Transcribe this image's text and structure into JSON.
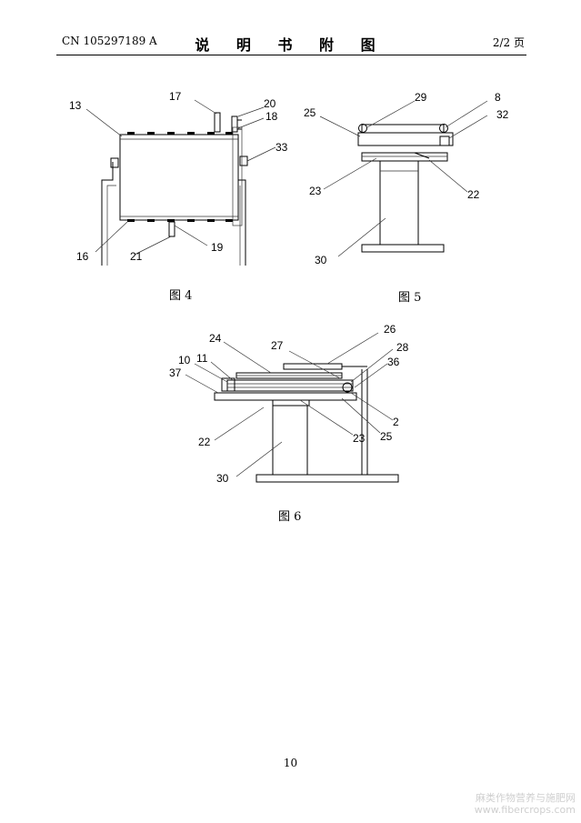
{
  "header": {
    "publication_number": "CN 105297189 A",
    "title": "说 明 书 附 图",
    "page_count": "2/2 页"
  },
  "figures": [
    {
      "caption": "图 4",
      "labels": [
        "17",
        "20",
        "18",
        "13",
        "33",
        "16",
        "21",
        "19"
      ]
    },
    {
      "caption": "图 5",
      "labels": [
        "29",
        "8",
        "25",
        "32",
        "23",
        "22",
        "30"
      ]
    },
    {
      "caption": "图 6",
      "labels": [
        "24",
        "26",
        "27",
        "28",
        "10",
        "11",
        "36",
        "37",
        "2",
        "22",
        "23",
        "25",
        "30"
      ]
    }
  ],
  "footer": {
    "page_number": "10",
    "watermark_cn": "麻类作物营养与施肥网",
    "watermark_url": "www.fibercrops.com"
  }
}
